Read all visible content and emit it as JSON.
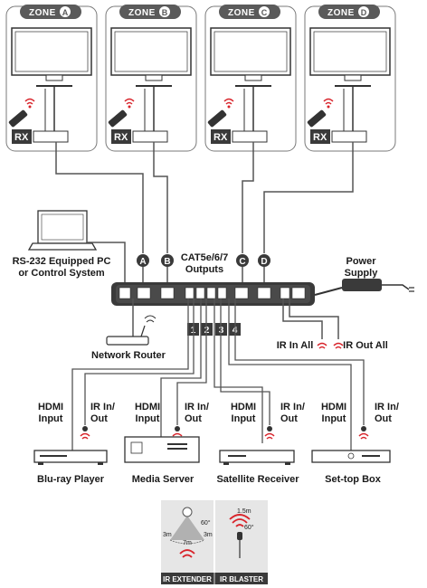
{
  "zones": [
    {
      "tab": "ZONE",
      "letter": "A",
      "rx": "RX",
      "cable_letter": "A"
    },
    {
      "tab": "ZONE",
      "letter": "B",
      "rx": "RX",
      "cable_letter": "B"
    },
    {
      "tab": "ZONE",
      "letter": "C",
      "rx": "RX",
      "cable_letter": "C"
    },
    {
      "tab": "ZONE",
      "letter": "D",
      "rx": "RX",
      "cable_letter": "D"
    }
  ],
  "labels": {
    "rs232": [
      "RS-232 Equipped PC",
      "or Control System"
    ],
    "cat": [
      "CAT5e/6/7",
      "Outputs"
    ],
    "power": [
      "Power",
      "Supply"
    ],
    "network_router": "Network Router",
    "ir_in_all": "IR In All",
    "ir_out_all": "IR Out All"
  },
  "inputs": [
    {
      "port": "1",
      "hdmi": [
        "HDMI",
        "Input"
      ],
      "ir": [
        "IR In/",
        "Out"
      ],
      "device": "Blu-ray Player"
    },
    {
      "port": "2",
      "hdmi": [
        "HDMI",
        "Input"
      ],
      "ir": [
        "IR In/",
        "Out"
      ],
      "device": "Media Server"
    },
    {
      "port": "3",
      "hdmi": [
        "HDMI",
        "Input"
      ],
      "ir": [
        "IR In/",
        "Out"
      ],
      "device": "Satellite Receiver"
    },
    {
      "port": "4",
      "hdmi": [
        "HDMI",
        "Input"
      ],
      "ir": [
        "IR In/",
        "Out"
      ],
      "device": "Set-top Box"
    }
  ],
  "legend": {
    "extender": {
      "label": "IR EXTENDER",
      "angle": "60°",
      "side_left": "3m",
      "side_right": "3m",
      "range": "7m"
    },
    "blaster": {
      "label": "IR BLASTER",
      "distance": "1.5m",
      "angle": "60°"
    }
  },
  "colors": {
    "dark": "#3a3a3a",
    "tab": "#5a5a5a",
    "ir_red": "#d8232a",
    "line": "#555555",
    "light_gray": "#e6e6e6"
  }
}
